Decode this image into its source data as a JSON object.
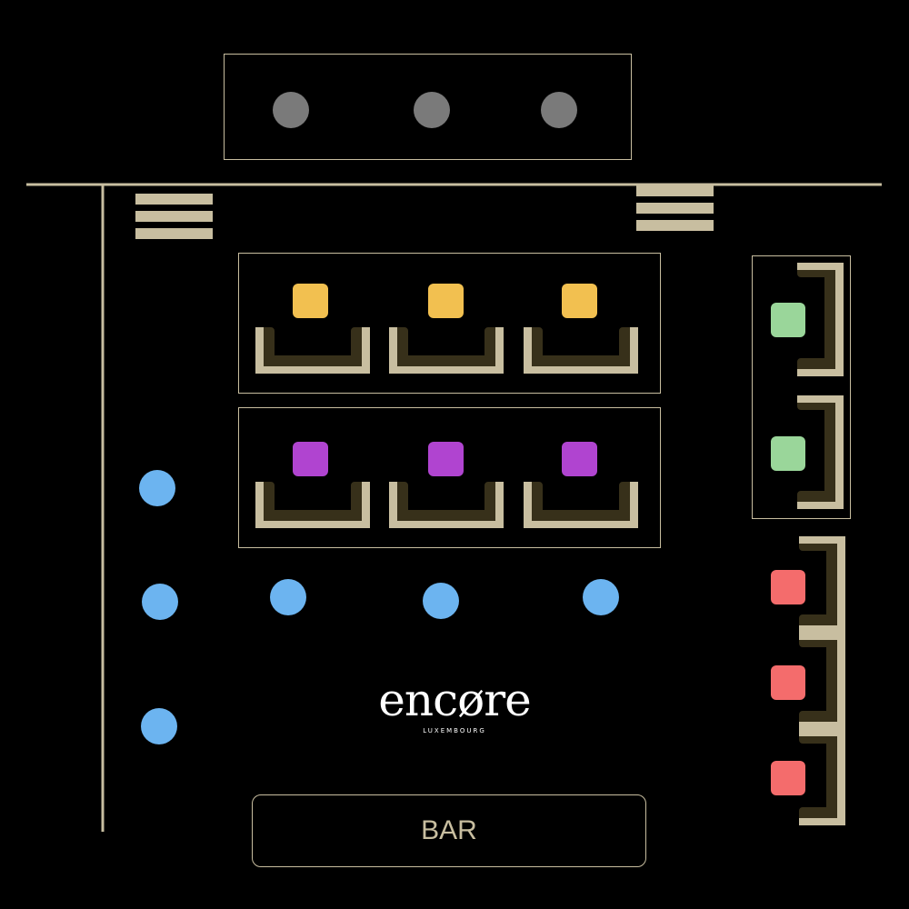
{
  "venue": {
    "logo_text": "encøre",
    "logo_subtitle": "LUXEMBOURG"
  },
  "bar": {
    "label": "BAR"
  },
  "colors": {
    "wall": "#c8bea0",
    "sofa_light": "#c8bea0",
    "sofa_dark": "#37301a",
    "dj_table": "#7a7a7a",
    "standing_table": "#6cb4f0",
    "zone_yellow": "#f2c050",
    "zone_purple": "#b044d0",
    "zone_green": "#9ad69a",
    "zone_red": "#f46c6c"
  }
}
